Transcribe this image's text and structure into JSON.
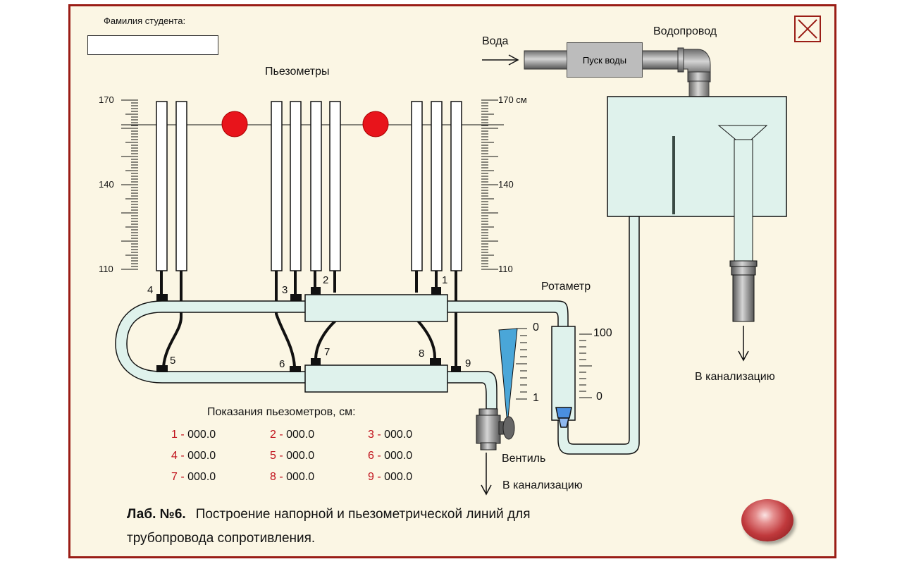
{
  "student": {
    "label": "Фамилия студента:",
    "value": ""
  },
  "close_label": "",
  "piezometers_title": "Пьезометры",
  "water": {
    "label": "Вода",
    "pipeline": "Водопровод",
    "start_button": "Пуск воды"
  },
  "scale": {
    "left": [
      "170",
      "140",
      "110"
    ],
    "right": [
      "170 см",
      "140",
      "110"
    ]
  },
  "rotameter": {
    "label": "Ротаметр",
    "scale_top": "100",
    "scale_bottom": "0"
  },
  "valve": {
    "label": "Вентиль",
    "scale_top": "0",
    "scale_bottom": "1"
  },
  "drain_label": "В канализацию",
  "tap_numbers": [
    "1",
    "2",
    "3",
    "4",
    "5",
    "6",
    "7",
    "8",
    "9"
  ],
  "readings": {
    "title": "Показания пьезометров, см:",
    "items": [
      {
        "n": "1 -",
        "v": "000.0"
      },
      {
        "n": "2 -",
        "v": "000.0"
      },
      {
        "n": "3 -",
        "v": "000.0"
      },
      {
        "n": "4 -",
        "v": "000.0"
      },
      {
        "n": "5 -",
        "v": "000.0"
      },
      {
        "n": "6 -",
        "v": "000.0"
      },
      {
        "n": "7 -",
        "v": "000.0"
      },
      {
        "n": "8 -",
        "v": "000.0"
      },
      {
        "n": "9 -",
        "v": "000.0"
      }
    ]
  },
  "lab": {
    "number": "Лаб. №6.",
    "line1": "Построение напорной и пьезометрической линий для",
    "line2": "трубопровода сопротивления."
  },
  "colors": {
    "frame": "#9a1d16",
    "water": "#dff2ec",
    "marker": "#e8141b",
    "reading_number": "#c0101a",
    "valve_indicator": "#4aa6d8"
  }
}
